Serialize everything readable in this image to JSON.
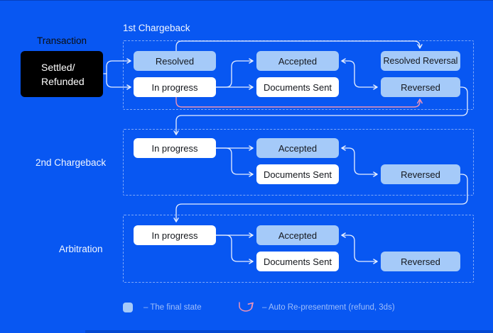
{
  "transaction": {
    "label": "Transaction",
    "state_line1": "Settled/",
    "state_line2": "Refunded"
  },
  "sections": {
    "first": {
      "title": "1st Chargeback",
      "resolved": "Resolved",
      "in_progress": "In progress",
      "accepted": "Accepted",
      "documents_sent": "Documents Sent",
      "resolved_reversal": "Resolved Reversal",
      "reversed": "Reversed"
    },
    "second": {
      "title": "2nd Chargeback",
      "in_progress": "In progress",
      "accepted": "Accepted",
      "documents_sent": "Documents Sent",
      "reversed": "Reversed"
    },
    "arbitration": {
      "title": "Arbitration",
      "in_progress": "In progress",
      "accepted": "Accepted",
      "documents_sent": "Documents Sent",
      "reversed": "Reversed"
    }
  },
  "legend": {
    "final_state_label": "– The final state",
    "auto_representment_label": "– Auto Re-presentment (refund, 3ds)"
  },
  "colors": {
    "background": "#0857F2",
    "final_state_fill": "#A5CAF9",
    "in_progress_fill": "#FFFFFF",
    "transaction_fill": "#000000",
    "connector": "#E9F0FF",
    "auto_representment": "#EC93B6"
  }
}
